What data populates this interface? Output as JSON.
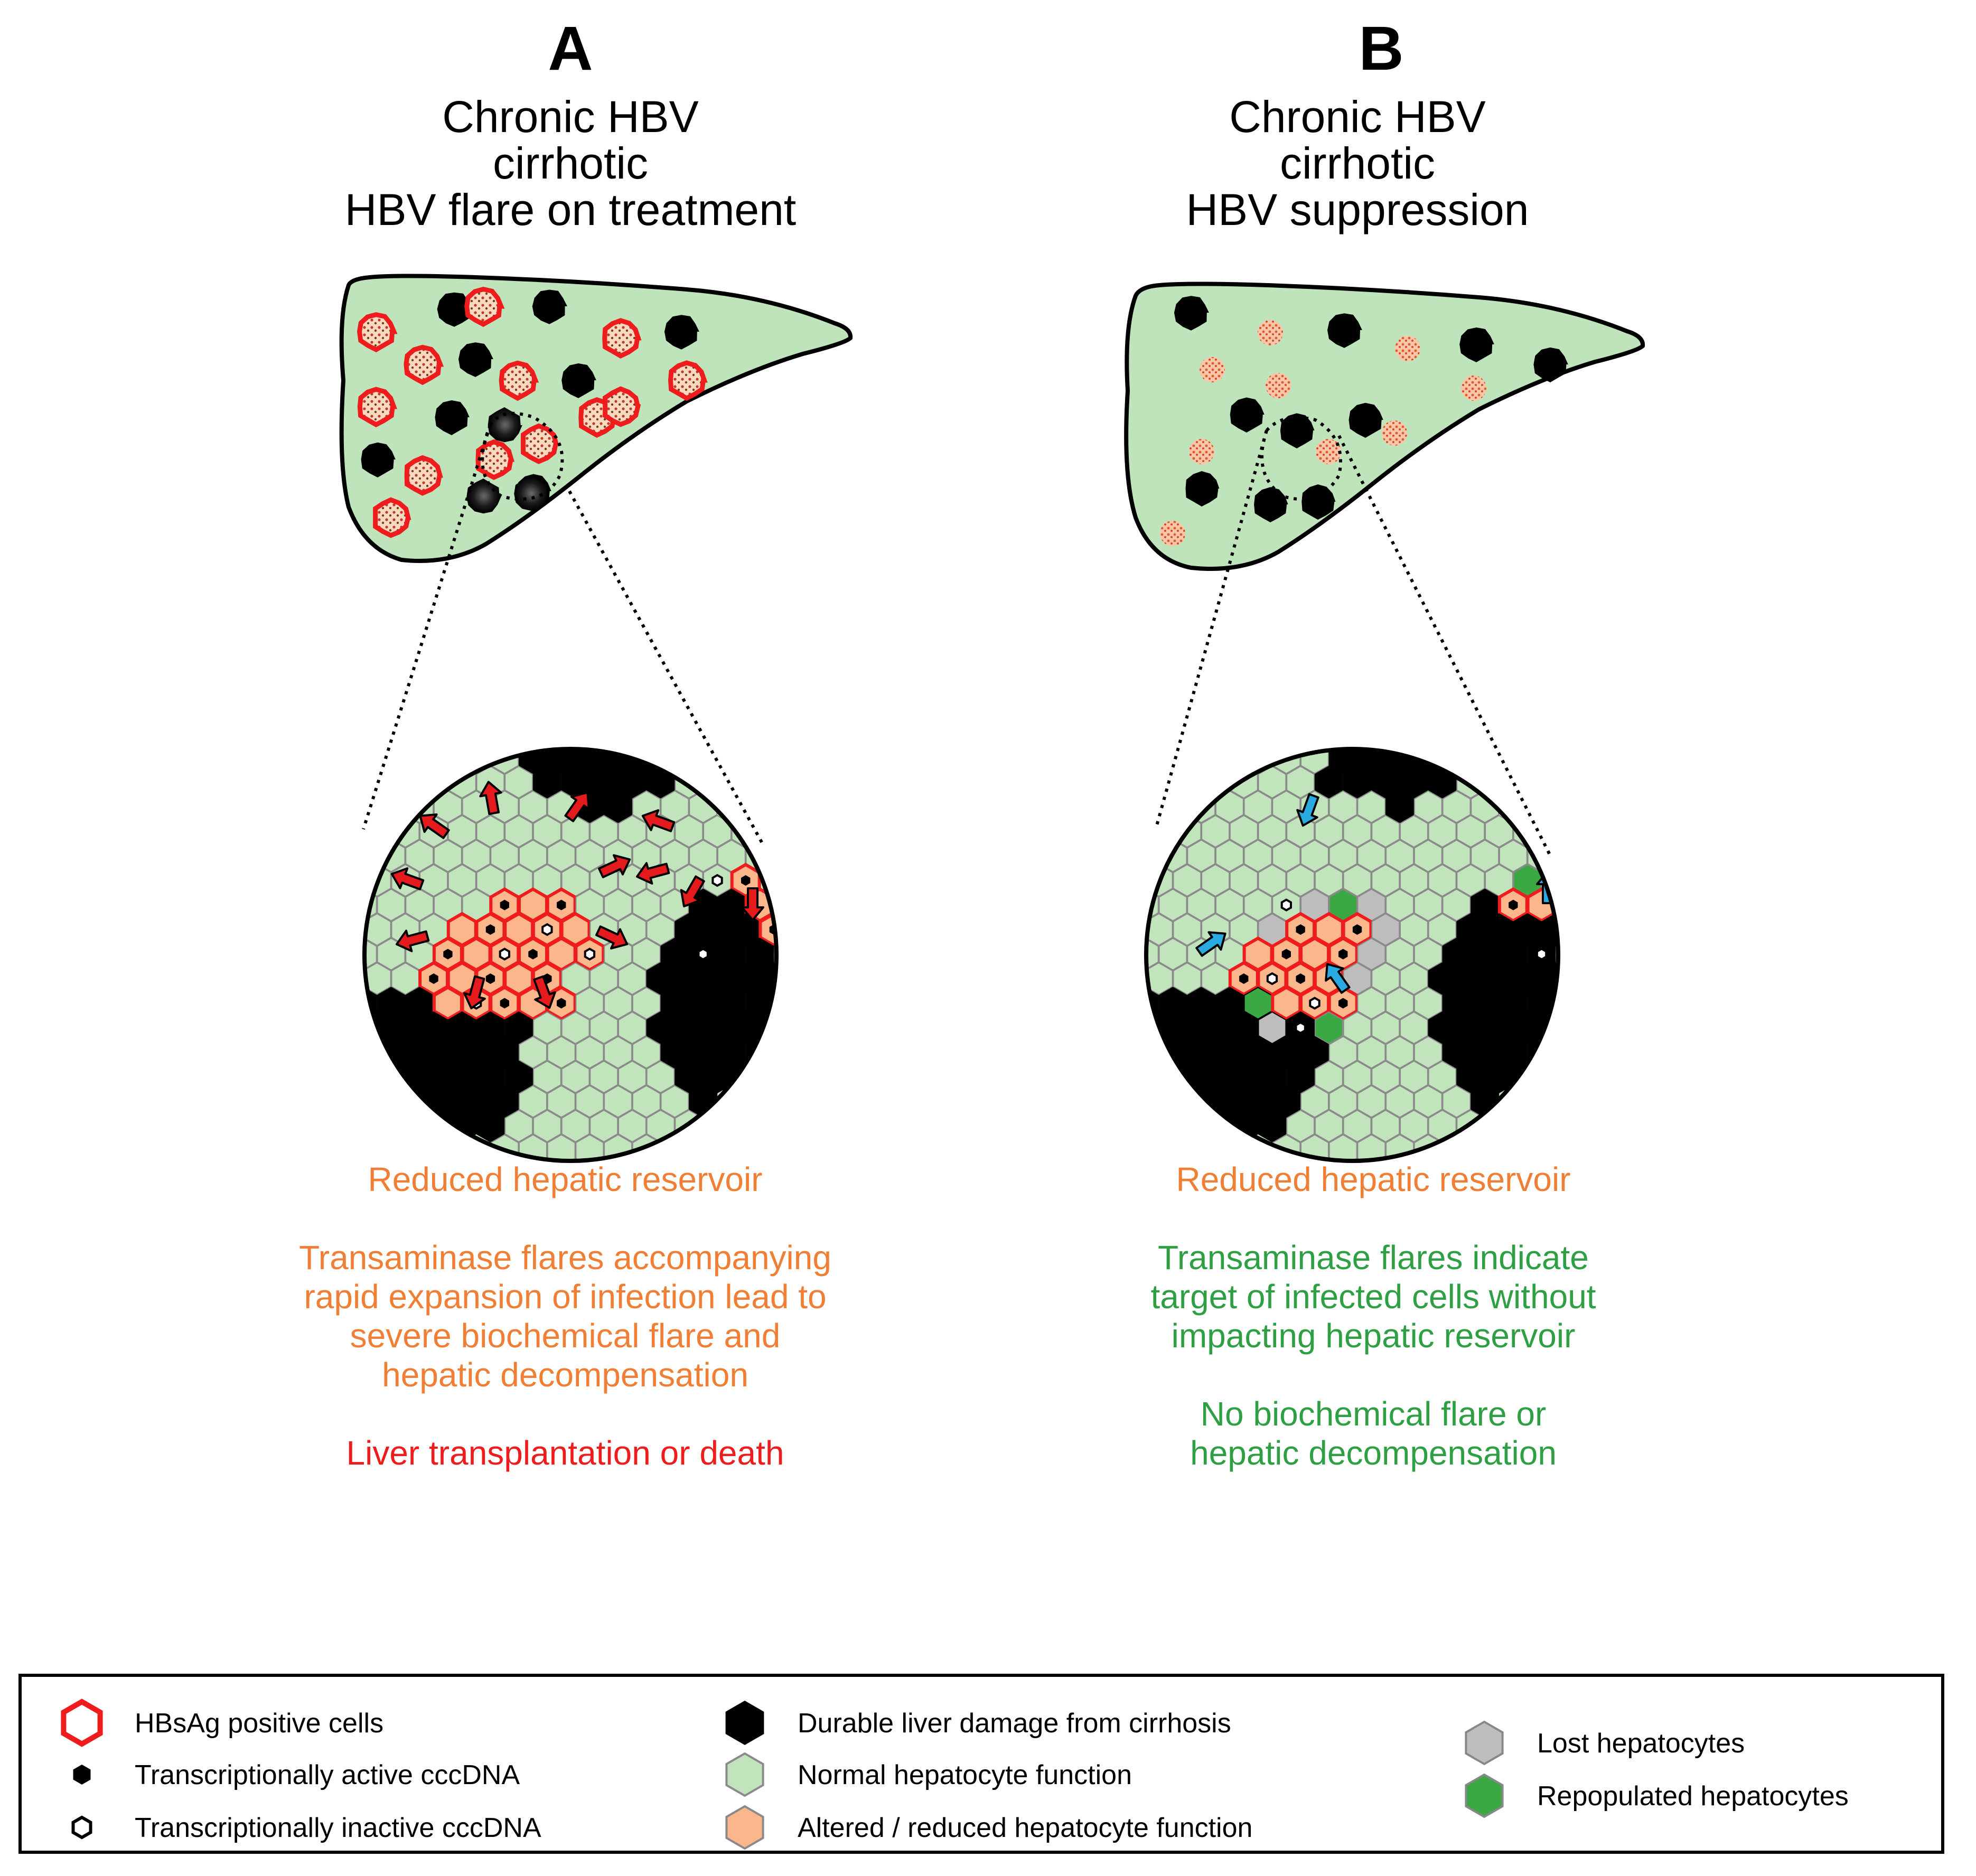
{
  "panels": [
    {
      "letter": "A",
      "title_lines": [
        "Chronic HBV",
        "cirrhotic",
        "HBV flare on treatment"
      ],
      "captions": [
        {
          "lines": [
            "Reduced hepatic reservoir"
          ],
          "color": "#f07f35"
        },
        {
          "lines": [
            "Transaminase flares accompanying",
            "rapid expansion of infection lead to",
            "severe biochemical flare and",
            "hepatic decompensation"
          ],
          "color": "#f07f35"
        },
        {
          "lines": [
            "Liver transplantation or death"
          ],
          "color": "#ee1c1c"
        }
      ]
    },
    {
      "letter": "B",
      "title_lines": [
        "Chronic HBV",
        "cirrhotic",
        "HBV suppression"
      ],
      "captions": [
        {
          "lines": [
            "Reduced hepatic reservoir"
          ],
          "color": "#f07f35"
        },
        {
          "lines": [
            "Transaminase flares indicate",
            "target of infected cells without",
            "impacting hepatic reservoir"
          ],
          "color": "#2ea043"
        },
        {
          "lines": [
            "No biochemical flare or",
            "hepatic decompensation"
          ],
          "color": "#2ea043"
        }
      ]
    }
  ],
  "legend": [
    {
      "label": "HBsAg positive cells",
      "icon": "red-hexagon-outline-icon"
    },
    {
      "label": "Transcriptionally active cccDNA",
      "icon": "black-hexagon-small-icon"
    },
    {
      "label": "Transcriptionally inactive cccDNA",
      "icon": "hollow-hexagon-small-icon"
    },
    {
      "label": "Durable liver damage from cirrhosis",
      "icon": "black-hexagon-icon"
    },
    {
      "label": "Normal hepatocyte function",
      "icon": "light-green-hexagon-icon"
    },
    {
      "label": "Altered / reduced hepatocyte function",
      "icon": "peach-hexagon-icon"
    },
    {
      "label": "Lost hepatocytes",
      "icon": "gray-hexagon-icon"
    },
    {
      "label": "Repopulated hepatocytes",
      "icon": "green-hexagon-icon"
    }
  ],
  "colors": {
    "liver": "#bfe3bb",
    "cell_normal": "#c2e4bc",
    "cell_stroke": "#8a8a8a",
    "damage": "#000000",
    "hbsag_outline": "#ee1c1c",
    "altered": "#fbb68b",
    "lost": "#bdbdbd",
    "repopulated": "#3aa843",
    "arrow_flare": "#e41a1c",
    "arrow_repop": "#29abe2"
  }
}
